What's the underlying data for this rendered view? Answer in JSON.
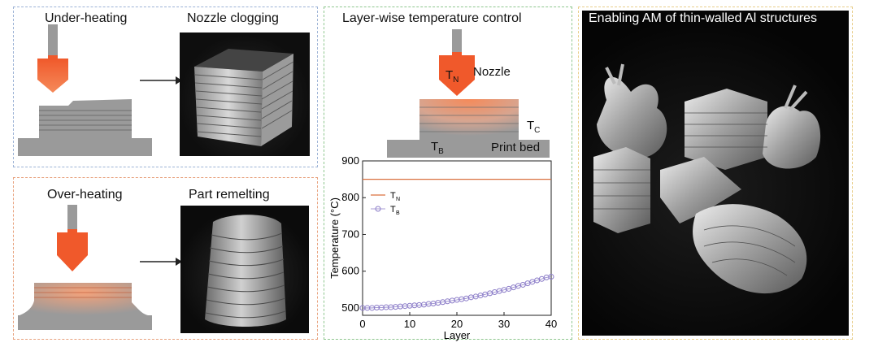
{
  "panels": {
    "under_heating": {
      "title": "Under-heating",
      "result": "Nozzle clogging"
    },
    "over_heating": {
      "title": "Over-heating",
      "result": "Part remelting"
    },
    "layer_control": {
      "title": "Layer-wise temperature control",
      "nozzle_label": "Nozzle",
      "tn_label": "T",
      "tn_sub": "N",
      "tc_label": "T",
      "tc_sub": "C",
      "tb_label": "T",
      "tb_sub": "B",
      "bed_label": "Print bed"
    },
    "enabling": {
      "title": "Enabling AM of thin-walled Al structures"
    }
  },
  "colors": {
    "nozzle_orange": "#f0592b",
    "heat_glow": "#f4a27a",
    "gray_part": "#9a9a9a",
    "dark_gray": "#6e6e6e",
    "tn_line": "#d9703f",
    "tb_marker": "#8b7cc8"
  },
  "chart_data": {
    "type": "line",
    "xlabel": "Layer",
    "ylabel": "Temperature (°C)",
    "xlim": [
      0,
      40
    ],
    "ylim": [
      480,
      900
    ],
    "xticks": [
      0,
      10,
      20,
      30,
      40
    ],
    "yticks": [
      500,
      600,
      700,
      800,
      900
    ],
    "legend": "upper-left",
    "series": [
      {
        "name": "T_N",
        "x": [
          0,
          40
        ],
        "values": [
          850,
          850
        ]
      },
      {
        "name": "T_B",
        "x": [
          0,
          1,
          2,
          3,
          4,
          5,
          6,
          7,
          8,
          9,
          10,
          11,
          12,
          13,
          14,
          15,
          16,
          17,
          18,
          19,
          20,
          21,
          22,
          23,
          24,
          25,
          26,
          27,
          28,
          29,
          30,
          31,
          32,
          33,
          34,
          35,
          36,
          37,
          38,
          39,
          40
        ],
        "values": [
          500,
          500,
          500,
          501,
          501,
          502,
          502,
          503,
          504,
          505,
          506,
          507,
          508,
          509,
          511,
          512,
          514,
          516,
          518,
          520,
          522,
          524,
          526,
          529,
          531,
          534,
          537,
          540,
          543,
          546,
          549,
          552,
          556,
          560,
          563,
          567,
          571,
          575,
          579,
          583,
          585
        ]
      }
    ]
  }
}
